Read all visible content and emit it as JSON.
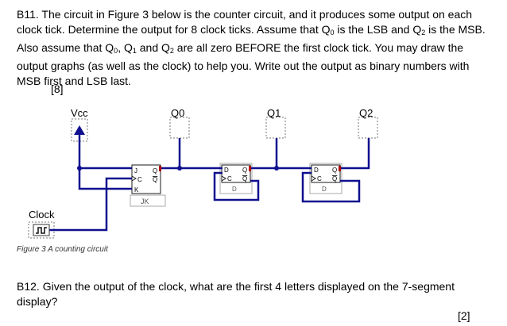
{
  "question_b11": {
    "text_part1": "B11. The circuit in Figure 3 below is the counter circuit, and it produces some output on each clock tick. Determine the output for 8 clock ticks. Assume that Q",
    "sub0": "0",
    "text_part2": " is the LSB and Q",
    "sub2a": "2",
    "text_part3": " is the MSB. Also assume that Q",
    "sub0b": "0",
    "text_part4": ", Q",
    "sub1": "1",
    "text_part5": " and Q",
    "sub2b": "2",
    "text_part6": " are all zero BEFORE the first clock tick. You may draw the output graphs (as well as the clock) to help you. Write out the output as binary numbers with MSB first and LSB last.",
    "marks": "[8]"
  },
  "circuit": {
    "vcc_label": "Vcc",
    "q0_label": "Q0",
    "q1_label": "Q1",
    "q2_label": "Q2",
    "clock_label": "Clock",
    "jk_label": "JK",
    "ff1_j": "J",
    "ff1_k": "K",
    "ff1_c": "C",
    "ff1_q": "Q",
    "d_label": "D",
    "c_label": "C",
    "q_label": "Q",
    "ff2_bottom_d": "D",
    "ff3_bottom_d": "D"
  },
  "figure_caption": "Figure 3 A counting circuit",
  "question_b12": {
    "text": "B12. Given the output of the clock, what are the first 4 letters displayed on the 7-segment display?",
    "marks": "[2]"
  }
}
